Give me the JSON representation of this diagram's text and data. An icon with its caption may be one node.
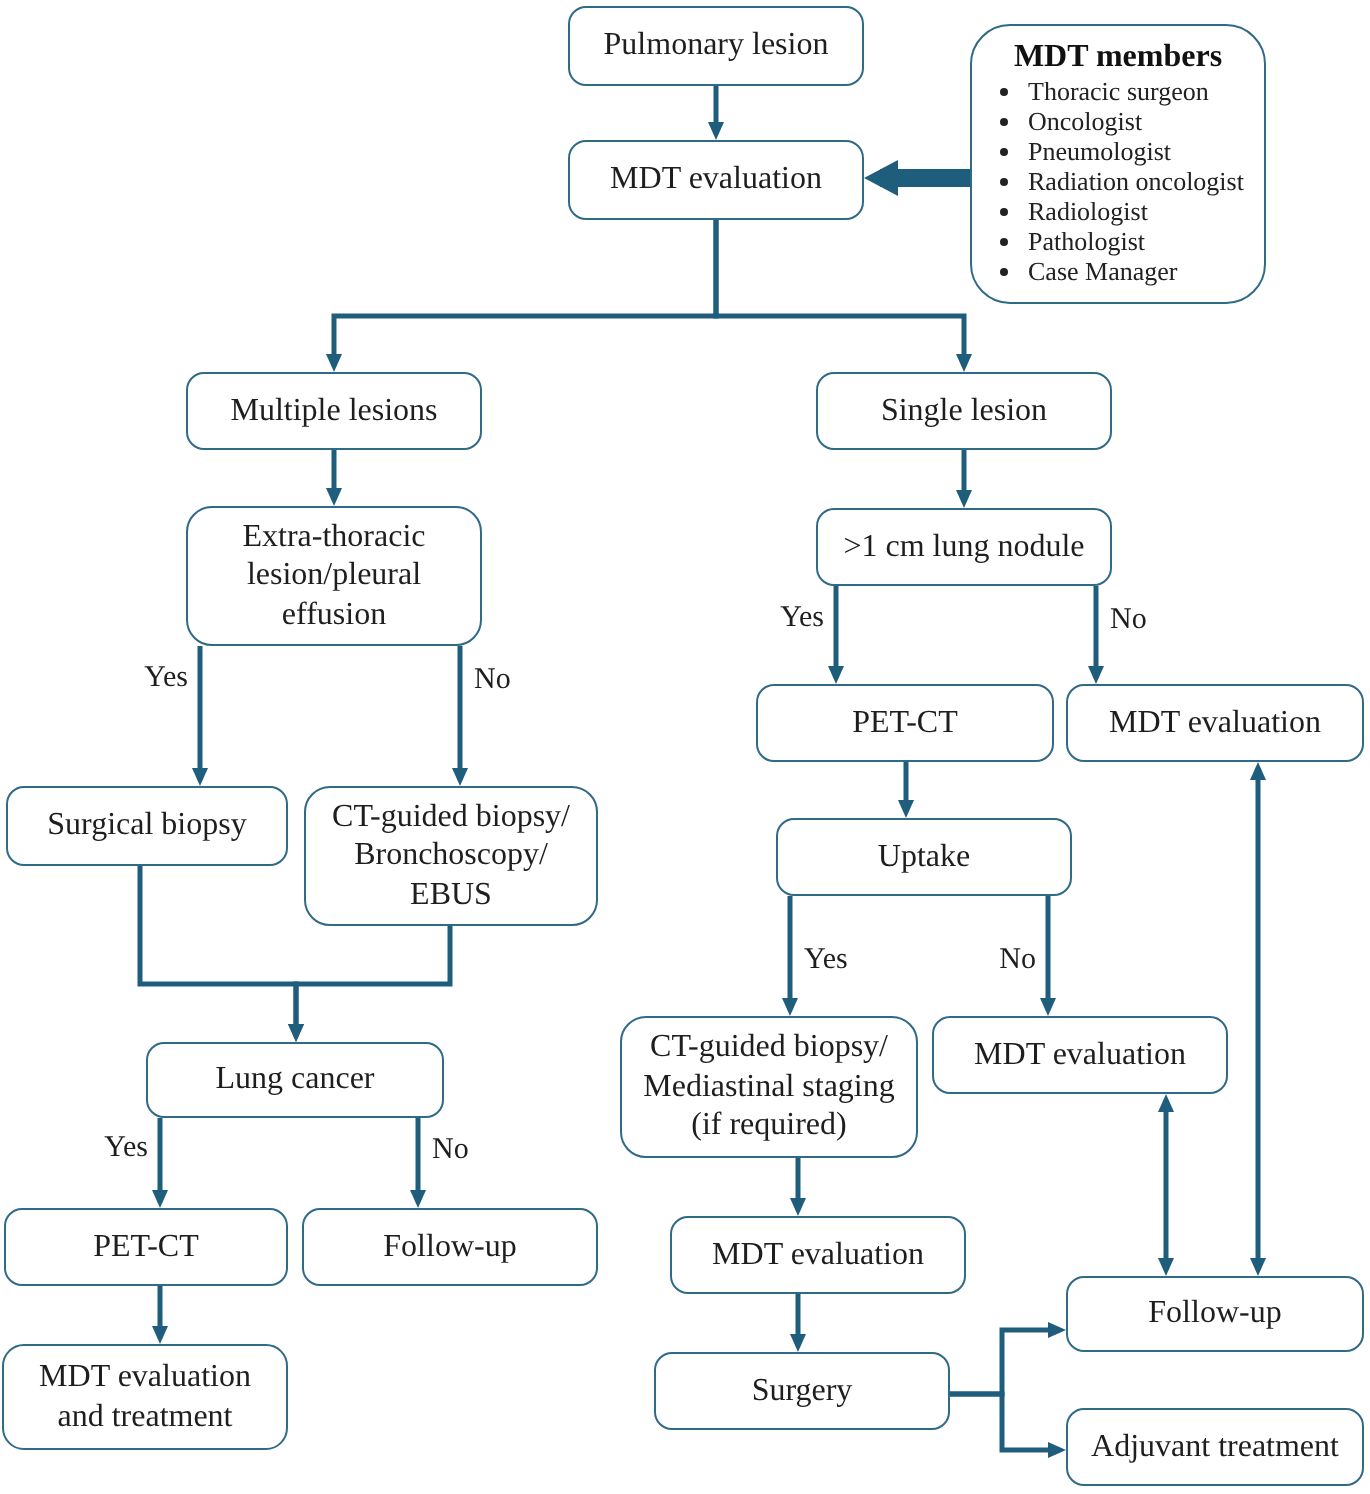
{
  "diagram": {
    "nodes": [
      {
        "text": [
          "Pulmonary lesion"
        ]
      },
      {
        "text": [
          "MDT members",
          "Thoracic surgeon",
          "Oncologist",
          "Pneumologist",
          "Radiation oncologist",
          "Radiologist",
          "Pathologist",
          "Case Manager"
        ]
      },
      {
        "text": [
          "MDT evaluation"
        ]
      },
      {
        "text": [
          "Multiple lesions"
        ]
      },
      {
        "text": [
          "Single lesion"
        ]
      },
      {
        "text": [
          "Extra-thoracic lesion/pleural effusion"
        ]
      },
      {
        "text": [
          ">1 cm lung nodule"
        ]
      },
      {
        "text": [
          "PET-CT"
        ]
      },
      {
        "text": [
          "MDT evaluation"
        ]
      },
      {
        "text": [
          "Surgical biopsy"
        ]
      },
      {
        "text": [
          "CT-guided biopsy/ Bronchoscopy/ EBUS"
        ]
      },
      {
        "text": [
          "Uptake"
        ]
      },
      {
        "text": [
          "CT-guided biopsy/ Mediastinal staging (if required)"
        ]
      },
      {
        "text": [
          "MDT evaluation"
        ]
      },
      {
        "text": [
          "Lung cancer"
        ]
      },
      {
        "text": [
          "PET-CT"
        ]
      },
      {
        "text": [
          "Follow-up"
        ]
      },
      {
        "text": [
          "MDT evaluation"
        ]
      },
      {
        "text": [
          "Follow-up"
        ]
      },
      {
        "text": [
          "MDT evaluation and treatment"
        ]
      },
      {
        "text": [
          "Surgery"
        ]
      },
      {
        "text": [
          "Adjuvant treatment"
        ]
      }
    ],
    "edges": [
      {
        "from": 0,
        "to": 2,
        "arrow": "to"
      },
      {
        "from": 1,
        "to": 2,
        "arrow": "to",
        "style": "thick"
      },
      {
        "from": 2,
        "to": 3,
        "arrow": "to"
      },
      {
        "from": 2,
        "to": 4,
        "arrow": "to"
      },
      {
        "from": 3,
        "to": 5,
        "arrow": "to"
      },
      {
        "from": 4,
        "to": 6,
        "arrow": "to"
      },
      {
        "from": 5,
        "to": 9,
        "arrow": "to",
        "label": "Yes"
      },
      {
        "from": 5,
        "to": 10,
        "arrow": "to",
        "label": "No"
      },
      {
        "from": 6,
        "to": 7,
        "arrow": "to",
        "label": "Yes"
      },
      {
        "from": 6,
        "to": 8,
        "arrow": "to",
        "label": "No"
      },
      {
        "from": 7,
        "to": 11,
        "arrow": "to"
      },
      {
        "from": 9,
        "to": 14,
        "arrow": "to"
      },
      {
        "from": 10,
        "to": 14,
        "arrow": "to"
      },
      {
        "from": 11,
        "to": 12,
        "arrow": "to",
        "label": "Yes"
      },
      {
        "from": 11,
        "to": 13,
        "arrow": "to",
        "label": "No"
      },
      {
        "from": 8,
        "to": 18,
        "arrow": "both"
      },
      {
        "from": 13,
        "to": 18,
        "arrow": "both"
      },
      {
        "from": 14,
        "to": 15,
        "arrow": "to",
        "label": "Yes"
      },
      {
        "from": 14,
        "to": 16,
        "arrow": "to",
        "label": "No"
      },
      {
        "from": 12,
        "to": 17,
        "arrow": "to"
      },
      {
        "from": 15,
        "to": 19,
        "arrow": "to"
      },
      {
        "from": 17,
        "to": 20,
        "arrow": "to"
      },
      {
        "from": 20,
        "to": 18,
        "arrow": "to"
      },
      {
        "from": 20,
        "to": 21,
        "arrow": "to"
      }
    ]
  }
}
